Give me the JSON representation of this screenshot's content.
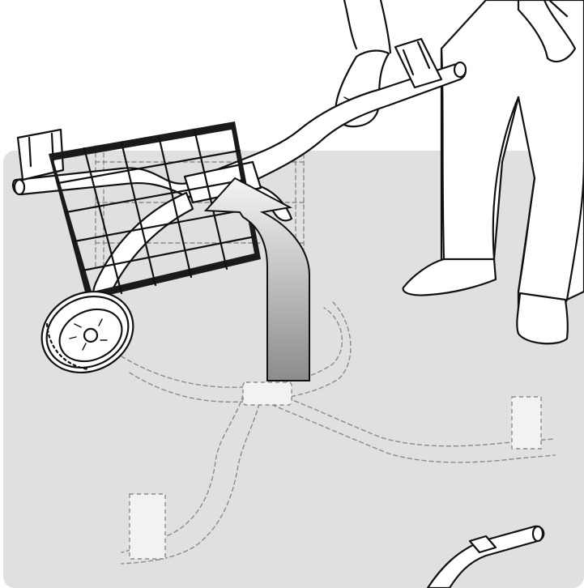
{
  "illustration": {
    "kind": "assembly-instruction",
    "panel_color": "#e0e0e0",
    "arrow_gradient": [
      "#f4f4f4",
      "#8c8c8c"
    ],
    "ink_color": "#111111",
    "ghost_color": "#8a8a8a",
    "icons": [
      "person-legs",
      "hand",
      "cart-frame",
      "wire-basket",
      "wheel",
      "curved-arrow",
      "ghost-base-frame",
      "corner-handle"
    ]
  }
}
